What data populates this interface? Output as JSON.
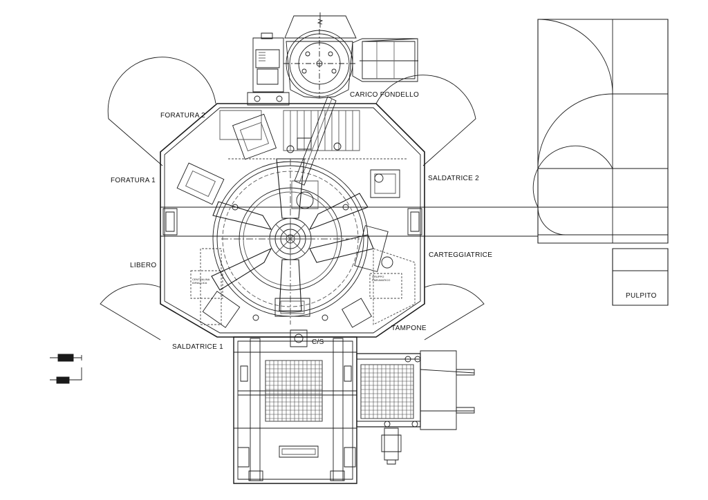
{
  "labels": {
    "carico_fondello": "CARICO FONDELLO",
    "foratura_2": "FORATURA 2",
    "foratura_1": "FORATURA 1",
    "saldatrice_2": "SALDATRICE 2",
    "carteggiatrice": "CARTEGGIATRICE",
    "libero": "LIBERO",
    "tampone": "TAMPONE",
    "saldatrice_1": "SALDATRICE 1",
    "cs": "C/S",
    "pulpito": "PULPITO",
    "centralina_idraulica": "CENTRALINA IDRAULICA",
    "gruppo_pneumatico": "GRUPPO PNEUMATICO"
  },
  "colors": {
    "line": "#1a1a1a",
    "background": "#ffffff",
    "dash": "#444444"
  }
}
